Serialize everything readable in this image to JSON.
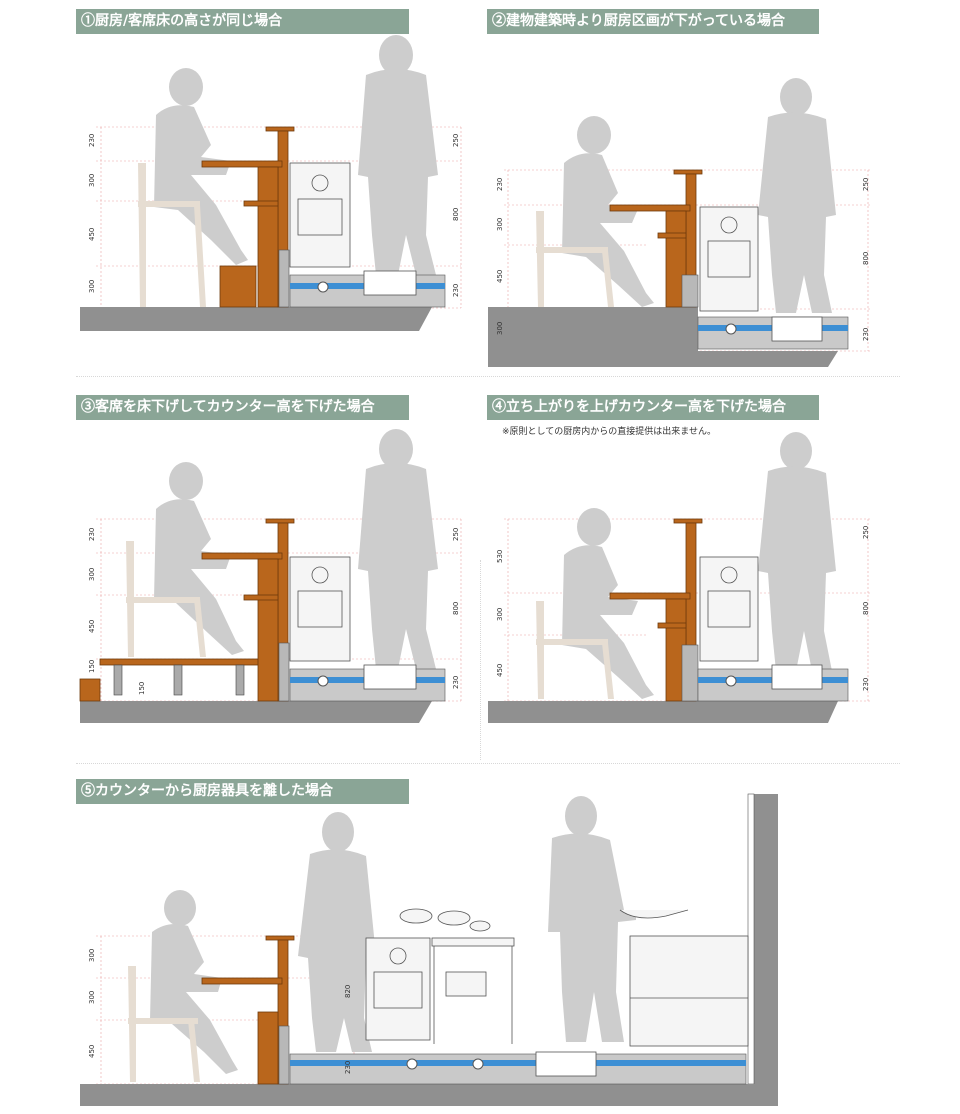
{
  "titles": {
    "s1": "①厨房/客席床の高さが同じ場合",
    "s2": "②建物建築時より厨房区画が下がっている場合",
    "s3": "③客席を床下げしてカウンター高を下げた場合",
    "s4": "④立ち上がりを上げカウンター高を下げた場合",
    "s5": "⑤カウンターから厨房器具を離した場合"
  },
  "notes": {
    "s4": "※原則としての厨房内からの直接提供は出来ません。"
  },
  "dims": {
    "s1": {
      "a": "230",
      "b": "300",
      "c": "450",
      "d": "300",
      "e": "250",
      "f": "800",
      "g": "230"
    },
    "s2": {
      "a": "230",
      "b": "300",
      "c": "450",
      "d": "300",
      "e": "250",
      "f": "800",
      "g": "230"
    },
    "s3": {
      "a": "230",
      "b": "300",
      "c": "450",
      "d": "150",
      "e": "150",
      "f": "250",
      "g": "800",
      "h": "230"
    },
    "s4": {
      "a": "530",
      "b": "300",
      "c": "450",
      "e": "250",
      "f": "800",
      "g": "230"
    },
    "s5": {
      "a": "300",
      "b": "300",
      "c": "450",
      "d": "820",
      "e": "230"
    }
  },
  "colors": {
    "title_bg": "#8aa596",
    "wood": "#b9661c",
    "wood_dark": "#6e3a0c",
    "floor": "#909090",
    "silhouette": "#cccccc",
    "water": "#3d8fd4",
    "guide": "#e9a3a3"
  }
}
